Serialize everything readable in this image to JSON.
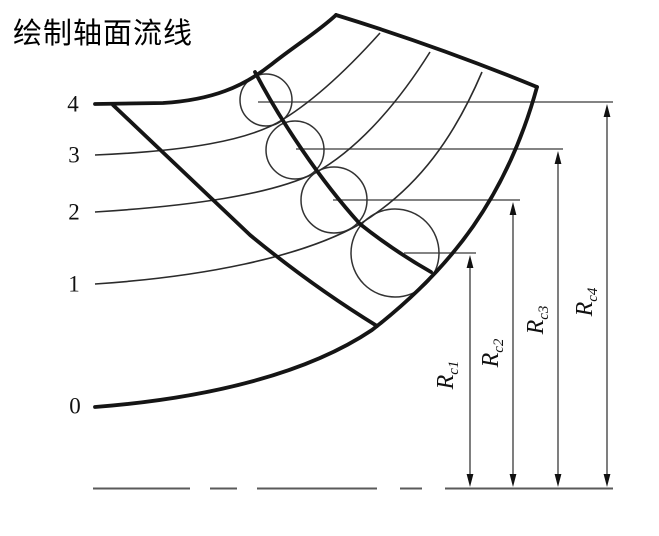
{
  "title": "绘制轴面流线",
  "diagram": {
    "streamline_labels": [
      "4",
      "3",
      "2",
      "1",
      "0"
    ],
    "radius_labels": [
      {
        "base": "R",
        "sub": "c1"
      },
      {
        "base": "R",
        "sub": "c2"
      },
      {
        "base": "R",
        "sub": "c3"
      },
      {
        "base": "R",
        "sub": "c4"
      }
    ],
    "colors": {
      "ink": "#151515",
      "thin_line": "#555555",
      "background": "#ffffff"
    }
  }
}
